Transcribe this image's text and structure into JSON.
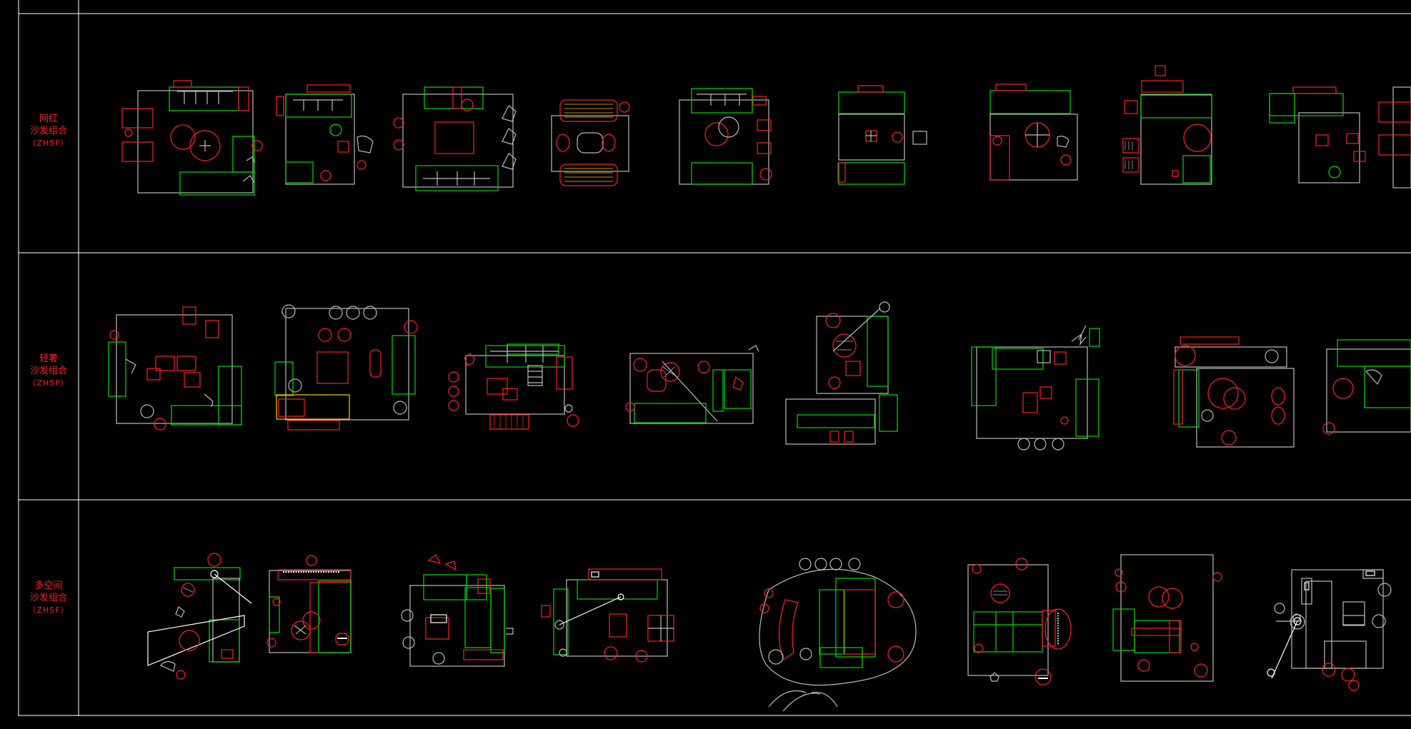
{
  "rows": [
    {
      "name": "网红",
      "type": "沙发组合",
      "code": "（ZHSF）"
    },
    {
      "name": "轻奢",
      "type": "沙发组合",
      "code": "（ZHSF）"
    },
    {
      "name": "多空间",
      "type": "沙发组合",
      "code": "（ZHSF）"
    }
  ],
  "colors": {
    "background": "#000000",
    "frame": "#ffffff",
    "accent_red": "#ff2020",
    "accent_green": "#00dd00"
  }
}
